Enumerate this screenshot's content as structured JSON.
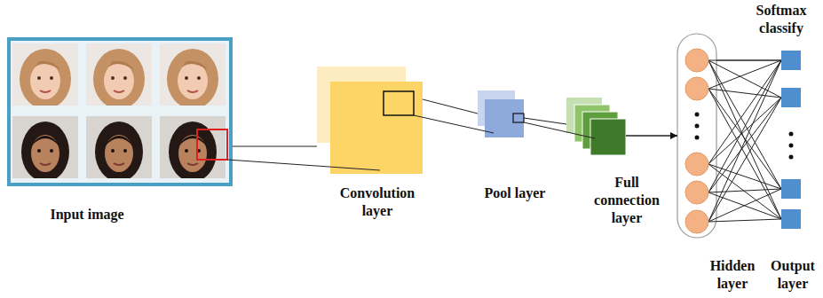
{
  "diagram": {
    "nodes": [
      {
        "text": [
          "Input image"
        ]
      },
      {
        "text": [
          "Convolution layer"
        ]
      },
      {
        "text": [
          "Pool layer"
        ]
      },
      {
        "text": [
          "Full connection layer"
        ]
      },
      {
        "text": [
          "Hidden layer"
        ]
      },
      {
        "text": [
          "Output layer"
        ]
      }
    ],
    "edges": [
      {
        "from": 0,
        "to": 1,
        "arrow": "none"
      },
      {
        "from": 1,
        "to": 2,
        "arrow": "none"
      },
      {
        "from": 2,
        "to": 3,
        "arrow": "none"
      },
      {
        "from": 3,
        "to": 4,
        "arrow": "to"
      },
      {
        "from": 4,
        "to": 5,
        "arrow": "none"
      }
    ],
    "labels": [
      "Softmax classify"
    ]
  }
}
